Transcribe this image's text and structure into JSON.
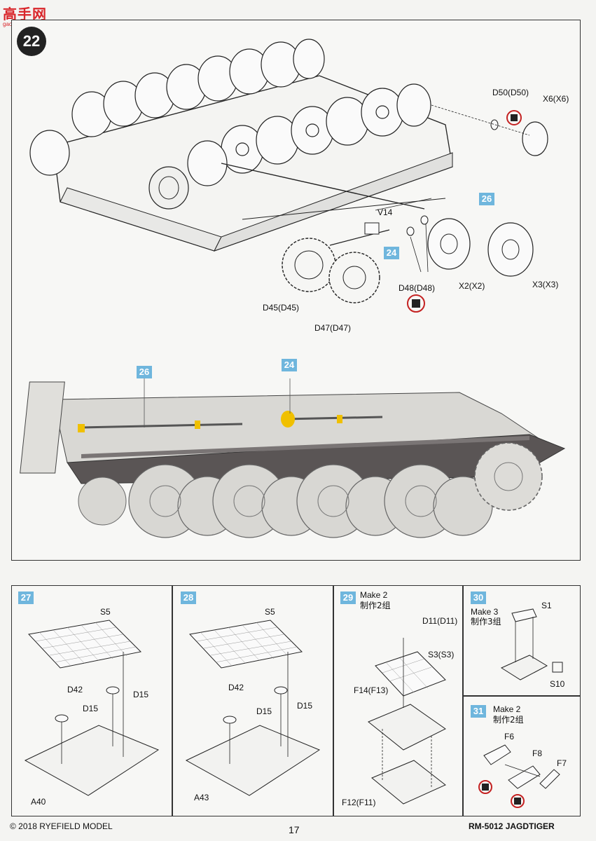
{
  "watermark": {
    "cn": "高手网",
    "url": "gao-shou.com"
  },
  "main_step": {
    "number": "22",
    "labels": {
      "d50": "D50(D50)",
      "x6": "X6(X6)",
      "n26_top": "26",
      "v14": "V14",
      "n24_top": "24",
      "d48": "D48(D48)",
      "x2": "X2(X2)",
      "x3": "X3(X3)",
      "d45": "D45(D45)",
      "d47": "D47(D47)"
    },
    "side_view": {
      "n26": "26",
      "n24": "24"
    }
  },
  "steps": [
    {
      "number": "27",
      "s5": "S5",
      "d42": "D42",
      "d15a": "D15",
      "d15b": "D15",
      "base": "A40"
    },
    {
      "number": "28",
      "s5": "S5",
      "d42": "D42",
      "d15a": "D15",
      "d15b": "D15",
      "base": "A43"
    },
    {
      "number": "29",
      "make_en": "Make 2",
      "make_cn": "制作2组",
      "d11": "D11(D11)",
      "s3": "S3(S3)",
      "f14": "F14(F13)",
      "f12": "F12(F11)"
    },
    {
      "number": "30",
      "make_en": "Make 3",
      "make_cn": "制作3组",
      "s1": "S1",
      "s10": "S10"
    },
    {
      "number": "31",
      "make_en": "Make 2",
      "make_cn": "制作2组",
      "f6": "F6",
      "f8": "F8",
      "f7": "F7"
    }
  ],
  "footer": {
    "copyright": "© 2018 RYEFIELD MODEL",
    "page": "17",
    "code": "RM-5012 JAGDTIGER"
  }
}
